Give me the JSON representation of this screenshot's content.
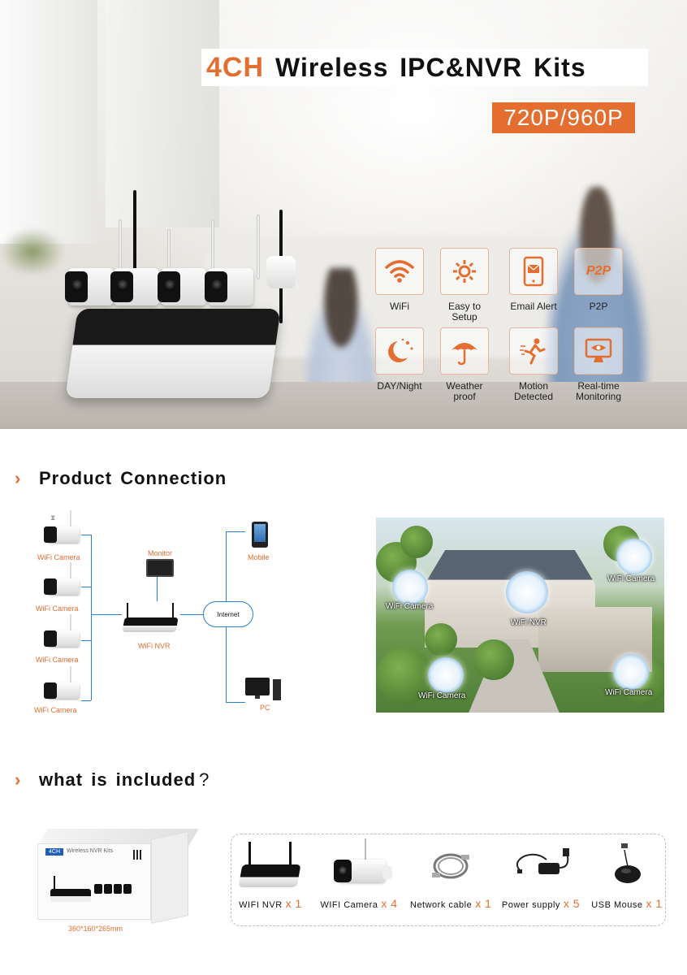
{
  "hero": {
    "title_accent": "4CH",
    "title_rest": "Wireless IPC&NVR Kits",
    "resolution": "720P/960P",
    "features": [
      {
        "icon": "wifi-icon",
        "label": "WiFi"
      },
      {
        "icon": "gear-icon",
        "label": "Easy to\nSetup"
      },
      {
        "icon": "email-alert-icon",
        "label": "Email Alert"
      },
      {
        "icon": "p2p-icon",
        "label": "P2P",
        "icon_text": "P2P"
      },
      {
        "icon": "day-night-icon",
        "label": "DAY/Night"
      },
      {
        "icon": "umbrella-icon",
        "label": "Weather\nproof"
      },
      {
        "icon": "motion-icon",
        "label": "Motion\nDetected"
      },
      {
        "icon": "monitor-icon",
        "label": "Real-time\nMonitoring"
      }
    ]
  },
  "connection": {
    "heading": "Product Connection",
    "diagram": {
      "cameras": [
        "WiFi Camera",
        "WiFi Camera",
        "WiFi Camera",
        "WiFi Camera"
      ],
      "monitor": "Monitor",
      "nvr": "WiFi NVR",
      "internet": "Internet",
      "mobile": "Mobile",
      "pc": "PC"
    },
    "aerial": {
      "labels": [
        "WiFi Camera",
        "WiFi NVR",
        "WiFi Camera",
        "WiFi Camera",
        "WiFi Camera"
      ]
    }
  },
  "included": {
    "heading": "what is included",
    "heading_mark": "?",
    "box": {
      "tag": "4CH",
      "title": "Wireless NVR Kits",
      "dimensions": "360*160*265mm"
    },
    "items": [
      {
        "label": "WIFI NVR",
        "qty": "x 1"
      },
      {
        "label": "WIFI Camera",
        "qty": "x 4"
      },
      {
        "label": "Network cable",
        "qty": "x 1"
      },
      {
        "label": "Power supply",
        "qty": "x 5"
      },
      {
        "label": "USB Mouse",
        "qty": "x 1"
      }
    ]
  },
  "colors": {
    "accent": "#e36e30",
    "line_blue": "#2a7fd1"
  }
}
